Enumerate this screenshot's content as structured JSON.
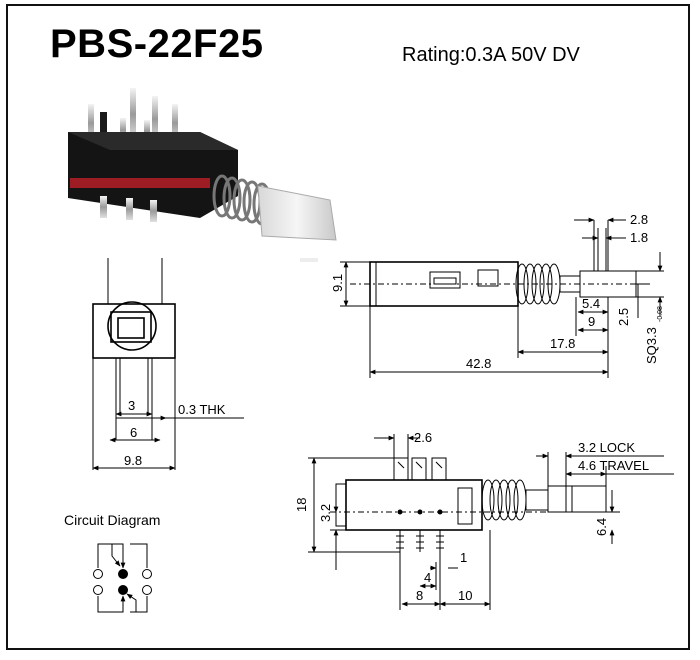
{
  "title": "PBS-22F25",
  "rating": "Rating:0.3A  50V  DV",
  "circuit_diagram_label": "Circuit Diagram",
  "front_view": {
    "dim_3": "3",
    "dim_thk": "0.3 THK",
    "dim_6": "6",
    "dim_9_8": "9.8"
  },
  "top_view": {
    "dim_9_1": "9.1",
    "dim_2_8": "2.8",
    "dim_1_8": "1.8",
    "dim_5_4": "5.4",
    "dim_9": "9",
    "dim_2_5": "2.5",
    "dim_sq": "SQ3.3",
    "dim_sq_tol": "-0.08",
    "dim_17_8": "17.8",
    "dim_42_8": "42.8"
  },
  "side_view": {
    "dim_2_6": "2.6",
    "dim_lock": "3.2 LOCK",
    "dim_travel": "4.6 TRAVEL",
    "dim_18": "18",
    "dim_3_2": "3.2",
    "dim_6_4": "6.4",
    "dim_1": "1",
    "dim_4": "4",
    "dim_8": "8",
    "dim_10": "10"
  }
}
